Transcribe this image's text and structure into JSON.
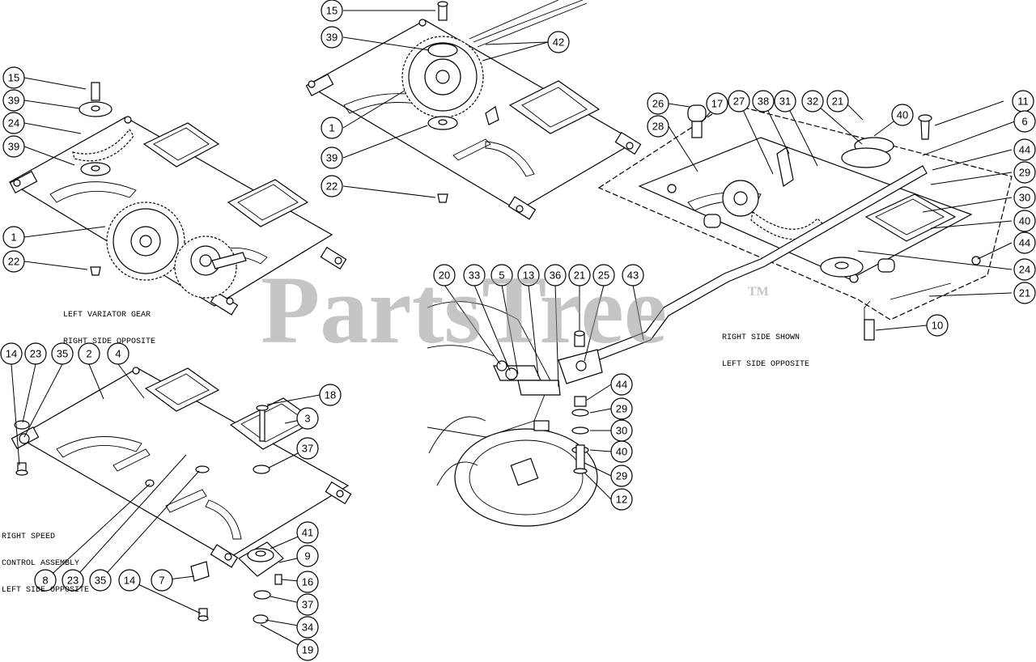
{
  "watermark": {
    "text": "PartsTree",
    "tm": "TM"
  },
  "notes": {
    "left_variator": [
      "LEFT VARIATOR GEAR",
      "RIGHT SIDE OPPOSITE"
    ],
    "right_side": [
      "RIGHT SIDE SHOWN",
      "LEFT SIDE OPPOSITE"
    ],
    "speed_control": [
      "RIGHT SPEED",
      "CONTROL ASSEMBLY",
      "LEFT SIDE OPPOSITE"
    ]
  },
  "callouts": [
    {
      "label": "15"
    },
    {
      "label": "39"
    },
    {
      "label": "24"
    },
    {
      "label": "39"
    },
    {
      "label": "1"
    },
    {
      "label": "22"
    },
    {
      "label": "15"
    },
    {
      "label": "39"
    },
    {
      "label": "42"
    },
    {
      "label": "1"
    },
    {
      "label": "39"
    },
    {
      "label": "22"
    },
    {
      "label": "26"
    },
    {
      "label": "17"
    },
    {
      "label": "27"
    },
    {
      "label": "38"
    },
    {
      "label": "31"
    },
    {
      "label": "32"
    },
    {
      "label": "21"
    },
    {
      "label": "40"
    },
    {
      "label": "11"
    },
    {
      "label": "28"
    },
    {
      "label": "6"
    },
    {
      "label": "44"
    },
    {
      "label": "29"
    },
    {
      "label": "30"
    },
    {
      "label": "40"
    },
    {
      "label": "44"
    },
    {
      "label": "24"
    },
    {
      "label": "21"
    },
    {
      "label": "10"
    },
    {
      "label": "20"
    },
    {
      "label": "33"
    },
    {
      "label": "5"
    },
    {
      "label": "13"
    },
    {
      "label": "36"
    },
    {
      "label": "21"
    },
    {
      "label": "25"
    },
    {
      "label": "43"
    },
    {
      "label": "44"
    },
    {
      "label": "29"
    },
    {
      "label": "30"
    },
    {
      "label": "40"
    },
    {
      "label": "29"
    },
    {
      "label": "12"
    },
    {
      "label": "14"
    },
    {
      "label": "23"
    },
    {
      "label": "35"
    },
    {
      "label": "2"
    },
    {
      "label": "4"
    },
    {
      "label": "18"
    },
    {
      "label": "3"
    },
    {
      "label": "37"
    },
    {
      "label": "41"
    },
    {
      "label": "9"
    },
    {
      "label": "16"
    },
    {
      "label": "37"
    },
    {
      "label": "34"
    },
    {
      "label": "19"
    },
    {
      "label": "8"
    },
    {
      "label": "23"
    },
    {
      "label": "35"
    },
    {
      "label": "14"
    },
    {
      "label": "7"
    }
  ]
}
